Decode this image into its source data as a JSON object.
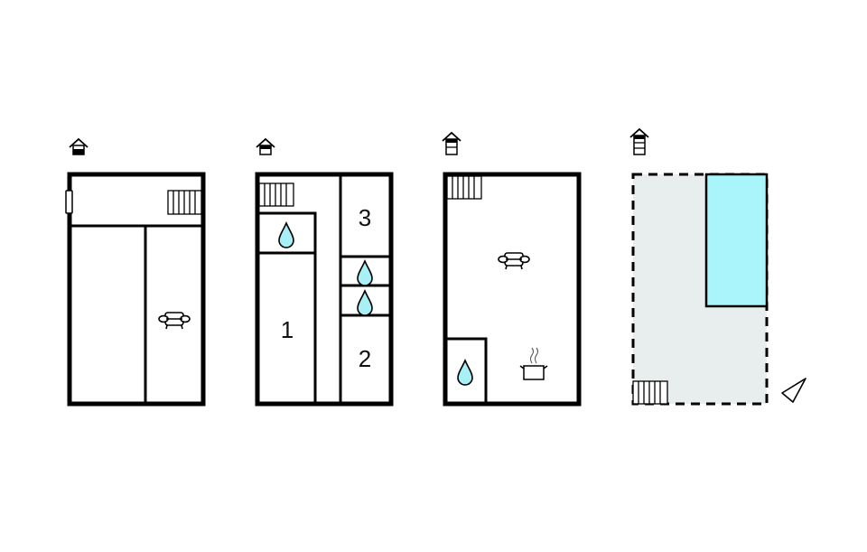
{
  "diagram": {
    "type": "floor-plan",
    "colors": {
      "wall": "#000000",
      "water": "#a8f0f6",
      "pool": "#aaf4fb",
      "outdoor": "#e8eeee",
      "background": "#ffffff"
    },
    "floors": [
      {
        "id": "floor-1",
        "level_icon": "floor-level-icon-top",
        "rooms": [
          {
            "name": "hallway",
            "icons": [
              "window-icon",
              "stairs-icon"
            ]
          },
          {
            "name": "room-left",
            "icons": []
          },
          {
            "name": "living-room",
            "icons": [
              "armchair-icon"
            ]
          }
        ]
      },
      {
        "id": "floor-2",
        "level_icon": "floor-level-icon-upper",
        "rooms": [
          {
            "name": "stair-landing",
            "icons": [
              "stairs-icon"
            ]
          },
          {
            "name": "bathroom-1",
            "icons": [
              "water-drop-icon"
            ]
          },
          {
            "name": "bedroom-1",
            "label": "1"
          },
          {
            "name": "bedroom-3",
            "label": "3"
          },
          {
            "name": "bathroom-2",
            "icons": [
              "water-drop-icon"
            ]
          },
          {
            "name": "bathroom-3",
            "icons": [
              "water-drop-icon"
            ]
          },
          {
            "name": "bedroom-2",
            "label": "2"
          }
        ]
      },
      {
        "id": "floor-3",
        "level_icon": "floor-level-icon-ground",
        "rooms": [
          {
            "name": "living-kitchen",
            "icons": [
              "stairs-icon",
              "armchair-icon",
              "cooking-pot-icon"
            ]
          },
          {
            "name": "bathroom",
            "icons": [
              "water-drop-icon"
            ]
          }
        ]
      },
      {
        "id": "floor-4",
        "level_icon": "floor-level-icon-outdoor",
        "rooms": [
          {
            "name": "terrace",
            "icons": [
              "stairs-icon"
            ]
          },
          {
            "name": "pool",
            "icons": []
          }
        ],
        "compass": "north-arrow-icon"
      }
    ],
    "labels": {
      "bedroom_1": "1",
      "bedroom_2": "2",
      "bedroom_3": "3"
    }
  }
}
